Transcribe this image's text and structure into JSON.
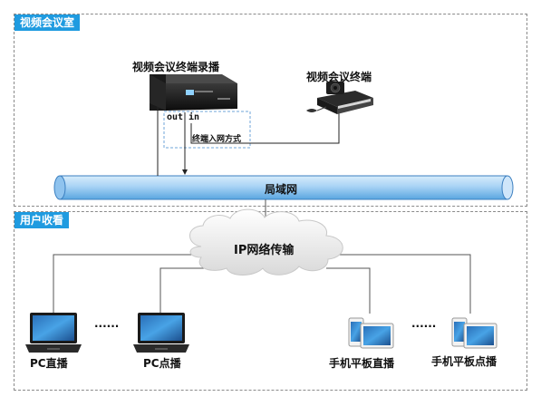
{
  "zones": {
    "conference_room": "视频会议室",
    "user_viewing": "用户收看"
  },
  "devices": {
    "recorder": "视频会议终端录播",
    "terminal": "视频会议终端",
    "port_out": "out",
    "port_in": "in",
    "access_mode": "终端入网方式"
  },
  "network": {
    "lan": "局域网",
    "ip_transport": "IP网络传输"
  },
  "clients": {
    "pc_live": "PC直播",
    "pc_vod": "PC点播",
    "tablet_live": "手机平板直播",
    "tablet_vod": "手机平板点播",
    "ellipsis_left": "······",
    "ellipsis_right": "······"
  }
}
